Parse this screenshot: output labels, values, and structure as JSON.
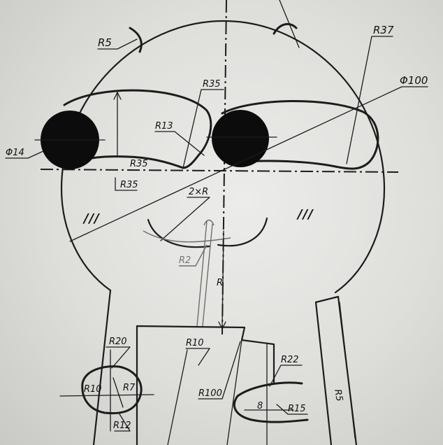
{
  "labels": {
    "r5": "R5",
    "r37": "R37",
    "phi100": "Φ100",
    "r35_top": "R35",
    "r13": "R13",
    "phi14": "Φ14",
    "r35_mid": "R35",
    "r35_low": "R35",
    "two_r": "2×R",
    "r1": "R",
    "r2": "R2",
    "r20": "R20",
    "r10_body": "R10",
    "r10_pocket": "R10",
    "r7": "R7",
    "r12": "R12",
    "r100": "R100",
    "r22": "R22",
    "r15": "R15",
    "r8": "8",
    "r_side": "R5"
  },
  "cheek_marks": {
    "left": "///",
    "right": "///"
  },
  "colors": {
    "paper": "#e4e4e1",
    "ink": "#1c1c1c"
  }
}
